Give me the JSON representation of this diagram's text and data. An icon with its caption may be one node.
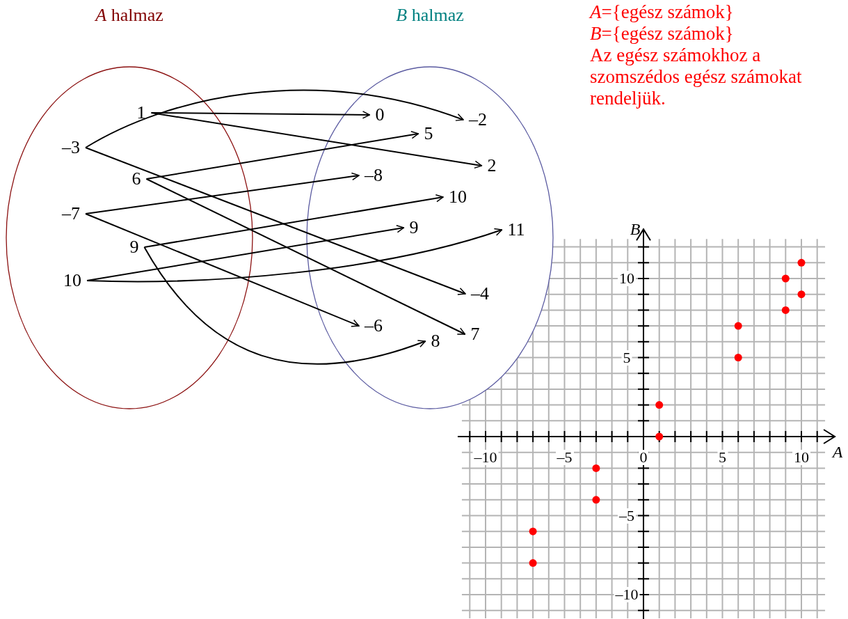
{
  "diagram": {
    "nodes": [
      {
        "text": [
          "*A* halmaz"
        ]
      },
      {
        "text": [
          "*B* halmaz"
        ]
      },
      {
        "text": [
          "1"
        ],
        "in": 0
      },
      {
        "text": [
          "–3"
        ],
        "in": 0
      },
      {
        "text": [
          "6"
        ],
        "in": 0
      },
      {
        "text": [
          "–7"
        ],
        "in": 0
      },
      {
        "text": [
          "9"
        ],
        "in": 0
      },
      {
        "text": [
          "10"
        ],
        "in": 0
      },
      {
        "text": [
          "0"
        ],
        "in": 1
      },
      {
        "text": [
          "–2"
        ],
        "in": 1
      },
      {
        "text": [
          "5"
        ],
        "in": 1
      },
      {
        "text": [
          "2"
        ],
        "in": 1
      },
      {
        "text": [
          "–8"
        ],
        "in": 1
      },
      {
        "text": [
          "10"
        ],
        "in": 1
      },
      {
        "text": [
          "9"
        ],
        "in": 1
      },
      {
        "text": [
          "11"
        ],
        "in": 1
      },
      {
        "text": [
          "–4"
        ],
        "in": 1
      },
      {
        "text": [
          "–6"
        ],
        "in": 1
      },
      {
        "text": [
          "7"
        ],
        "in": 1
      },
      {
        "text": [
          "8"
        ],
        "in": 1
      }
    ],
    "edges": [
      {
        "from": 2,
        "to": 8,
        "arrow": "to"
      },
      {
        "from": 2,
        "to": 11,
        "arrow": "to"
      },
      {
        "from": 3,
        "to": 9,
        "arrow": "to"
      },
      {
        "from": 3,
        "to": 16,
        "arrow": "to"
      },
      {
        "from": 4,
        "to": 10,
        "arrow": "to"
      },
      {
        "from": 4,
        "to": 18,
        "arrow": "to"
      },
      {
        "from": 5,
        "to": 12,
        "arrow": "to"
      },
      {
        "from": 5,
        "to": 17,
        "arrow": "to"
      },
      {
        "from": 6,
        "to": 13,
        "arrow": "to"
      },
      {
        "from": 6,
        "to": 19,
        "arrow": "to"
      },
      {
        "from": 7,
        "to": 14,
        "arrow": "to"
      },
      {
        "from": 7,
        "to": 15,
        "arrow": "to"
      }
    ],
    "labels": [
      "*A*={egész számok}",
      "*B*={egész számok}",
      "Az egész számokhoz a szomszédos egész számokat rendeljük."
    ],
    "chart_data": {
      "type": "scatter",
      "xlabel": "A",
      "ylabel": "B",
      "x": [
        1,
        1,
        -3,
        -3,
        6,
        6,
        -7,
        -7,
        9,
        9,
        10,
        10
      ],
      "series": [
        {
          "color": "#ff0000",
          "values": [
            0,
            2,
            -2,
            -4,
            5,
            7,
            -8,
            -6,
            10,
            8,
            9,
            11
          ]
        }
      ],
      "grid": true,
      "xlim": [
        -11.5,
        11.5
      ],
      "ylim": [
        -11.5,
        12.5
      ],
      "xticks": [
        {
          "value": -10,
          "label": "–10"
        },
        {
          "value": -5,
          "label": "–5"
        },
        {
          "value": 0,
          "label": "0"
        },
        {
          "value": 5,
          "label": "5"
        },
        {
          "value": 10,
          "label": "10"
        }
      ],
      "yticks": [
        {
          "value": -10,
          "label": "–10"
        },
        {
          "value": -5,
          "label": "–5"
        },
        {
          "value": 5,
          "label": "5"
        },
        {
          "value": 10,
          "label": "10"
        }
      ]
    }
  }
}
